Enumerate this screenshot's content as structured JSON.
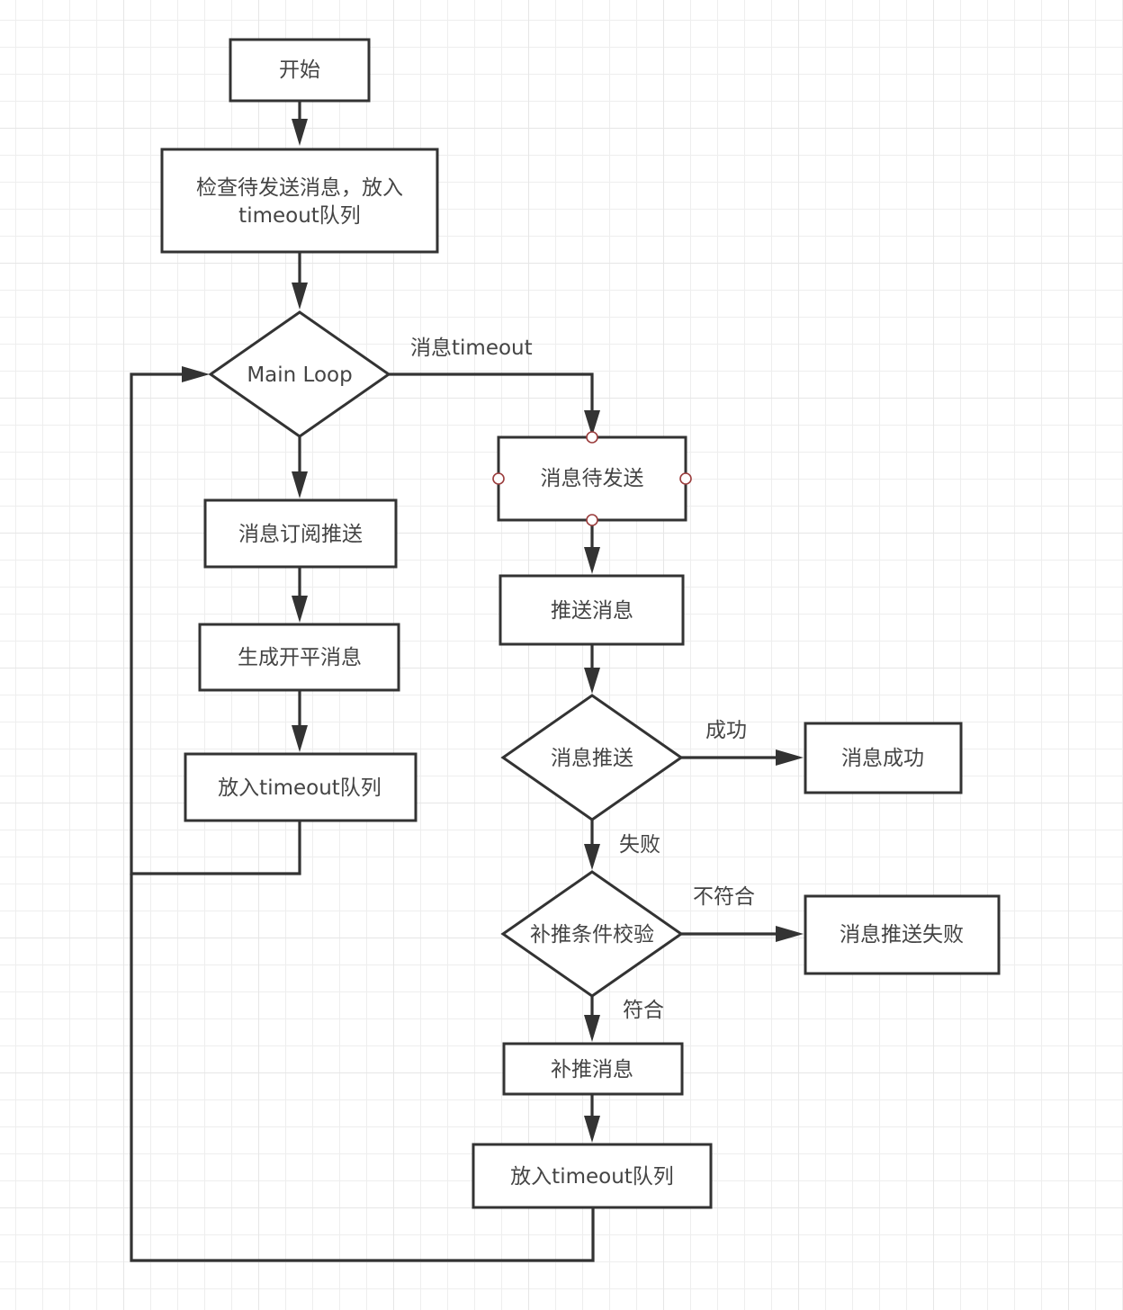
{
  "diagram": {
    "type": "flowchart",
    "nodes": {
      "start": {
        "label": "开始",
        "shape": "rect"
      },
      "check": {
        "label_lines": [
          "检查待发送消息，放入",
          "timeout队列"
        ],
        "shape": "rect"
      },
      "main_loop": {
        "label": "Main Loop",
        "shape": "diamond"
      },
      "subscribe_push": {
        "label": "消息订阅推送",
        "shape": "rect"
      },
      "generate": {
        "label": "生成开平消息",
        "shape": "rect"
      },
      "enqueue_left": {
        "label": "放入timeout队列",
        "shape": "rect"
      },
      "pending": {
        "label": "消息待发送",
        "shape": "rect",
        "selected": true
      },
      "push_msg": {
        "label": "推送消息",
        "shape": "rect"
      },
      "push_decision": {
        "label": "消息推送",
        "shape": "diamond"
      },
      "success": {
        "label": "消息成功",
        "shape": "rect"
      },
      "retry_check": {
        "label": "补推条件校验",
        "shape": "diamond"
      },
      "push_failed": {
        "label": "消息推送失败",
        "shape": "rect"
      },
      "retry_push": {
        "label": "补推消息",
        "shape": "rect"
      },
      "enqueue_right": {
        "label": "放入timeout队列",
        "shape": "rect"
      }
    },
    "edges": [
      {
        "from": "start",
        "to": "check",
        "label": ""
      },
      {
        "from": "check",
        "to": "main_loop",
        "label": ""
      },
      {
        "from": "main_loop",
        "to": "pending",
        "label": "消息timeout"
      },
      {
        "from": "main_loop",
        "to": "subscribe_push",
        "label": ""
      },
      {
        "from": "subscribe_push",
        "to": "generate",
        "label": ""
      },
      {
        "from": "generate",
        "to": "enqueue_left",
        "label": ""
      },
      {
        "from": "enqueue_left",
        "to": "main_loop",
        "label": ""
      },
      {
        "from": "pending",
        "to": "push_msg",
        "label": ""
      },
      {
        "from": "push_msg",
        "to": "push_decision",
        "label": ""
      },
      {
        "from": "push_decision",
        "to": "success",
        "label": "成功"
      },
      {
        "from": "push_decision",
        "to": "retry_check",
        "label": "失败"
      },
      {
        "from": "retry_check",
        "to": "push_failed",
        "label": "不符合"
      },
      {
        "from": "retry_check",
        "to": "retry_push",
        "label": "符合"
      },
      {
        "from": "retry_push",
        "to": "enqueue_right",
        "label": ""
      },
      {
        "from": "enqueue_right",
        "to": "main_loop",
        "label": ""
      }
    ],
    "edge_labels": {
      "timeout": "消息timeout",
      "success": "成功",
      "fail": "失败",
      "not_match": "不符合",
      "match": "符合"
    },
    "colors": {
      "stroke": "#333333",
      "text": "#444444",
      "grid": "#eeeeee",
      "selection_handle": "#9b3d3d",
      "background": "#ffffff"
    }
  }
}
